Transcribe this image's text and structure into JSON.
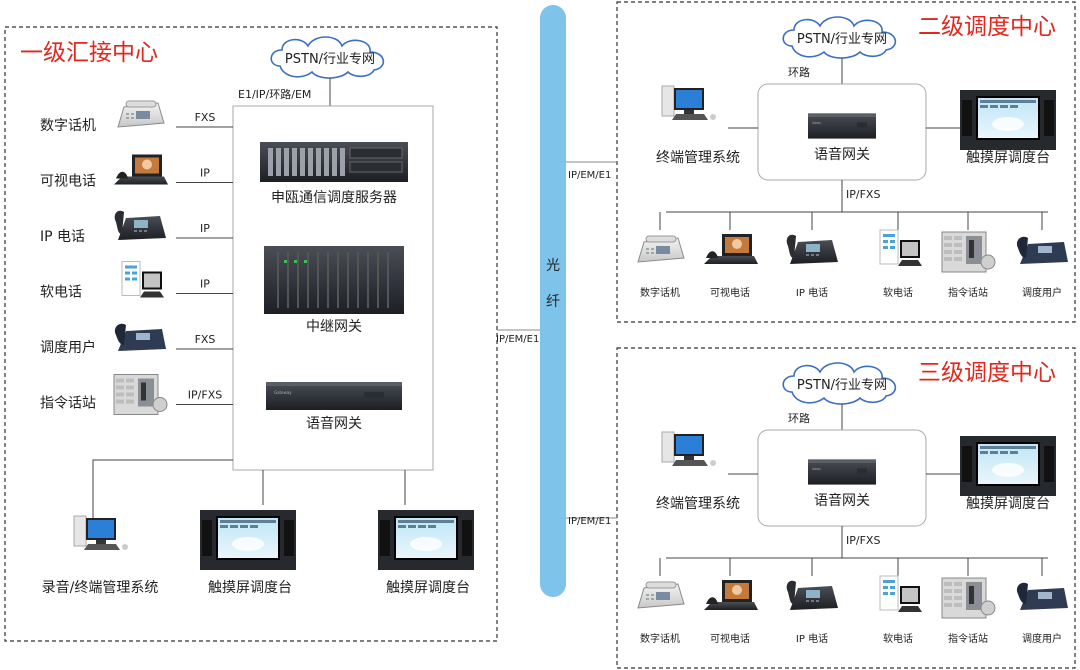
{
  "centers": {
    "level1": {
      "title": "一级汇接中心",
      "cloud": "PSTN/行业专网",
      "uplink": "E1/IP/环路/EM",
      "terminals": [
        {
          "label": "数字话机",
          "link": "FXS"
        },
        {
          "label": "可视电话",
          "link": "IP"
        },
        {
          "label": "IP 电话",
          "link": "IP"
        },
        {
          "label": "软电话",
          "link": "IP"
        },
        {
          "label": "调度用户",
          "link": "FXS"
        },
        {
          "label": "指令话站",
          "link": "IP/FXS"
        }
      ],
      "servers": [
        "申瓯通信调度服务器",
        "中继网关",
        "语音网关"
      ],
      "bottom": [
        "录音/终端管理系统",
        "触摸屏调度台",
        "触摸屏调度台"
      ]
    },
    "level2": {
      "title": "二级调度中心",
      "cloud": "PSTN/行业专网",
      "loop": "环路",
      "pc": "终端管理系统",
      "gateway": "语音网关",
      "console": "触摸屏调度台",
      "bus": "IP/FXS",
      "uplink": "IP/EM/E1",
      "terminals": [
        "数字话机",
        "可视电话",
        "IP 电话",
        "软电话",
        "指令话站",
        "调度用户"
      ]
    },
    "level3": {
      "title": "三级调度中心",
      "cloud": "PSTN/行业专网",
      "loop": "环路",
      "pc": "终端管理系统",
      "gateway": "语音网关",
      "console": "触摸屏调度台",
      "bus": "IP/FXS",
      "uplink": "IP/EM/E1",
      "terminals": [
        "数字话机",
        "可视电话",
        "IP 电话",
        "软电话",
        "指令话站",
        "调度用户"
      ]
    }
  },
  "fiber": {
    "label1": "光",
    "label2": "纤",
    "link_left": "IP/EM/E1"
  },
  "colors": {
    "title": "#e0281e",
    "fiber": "#7ec3ea",
    "cloud_stroke": "#3b6fc4"
  }
}
